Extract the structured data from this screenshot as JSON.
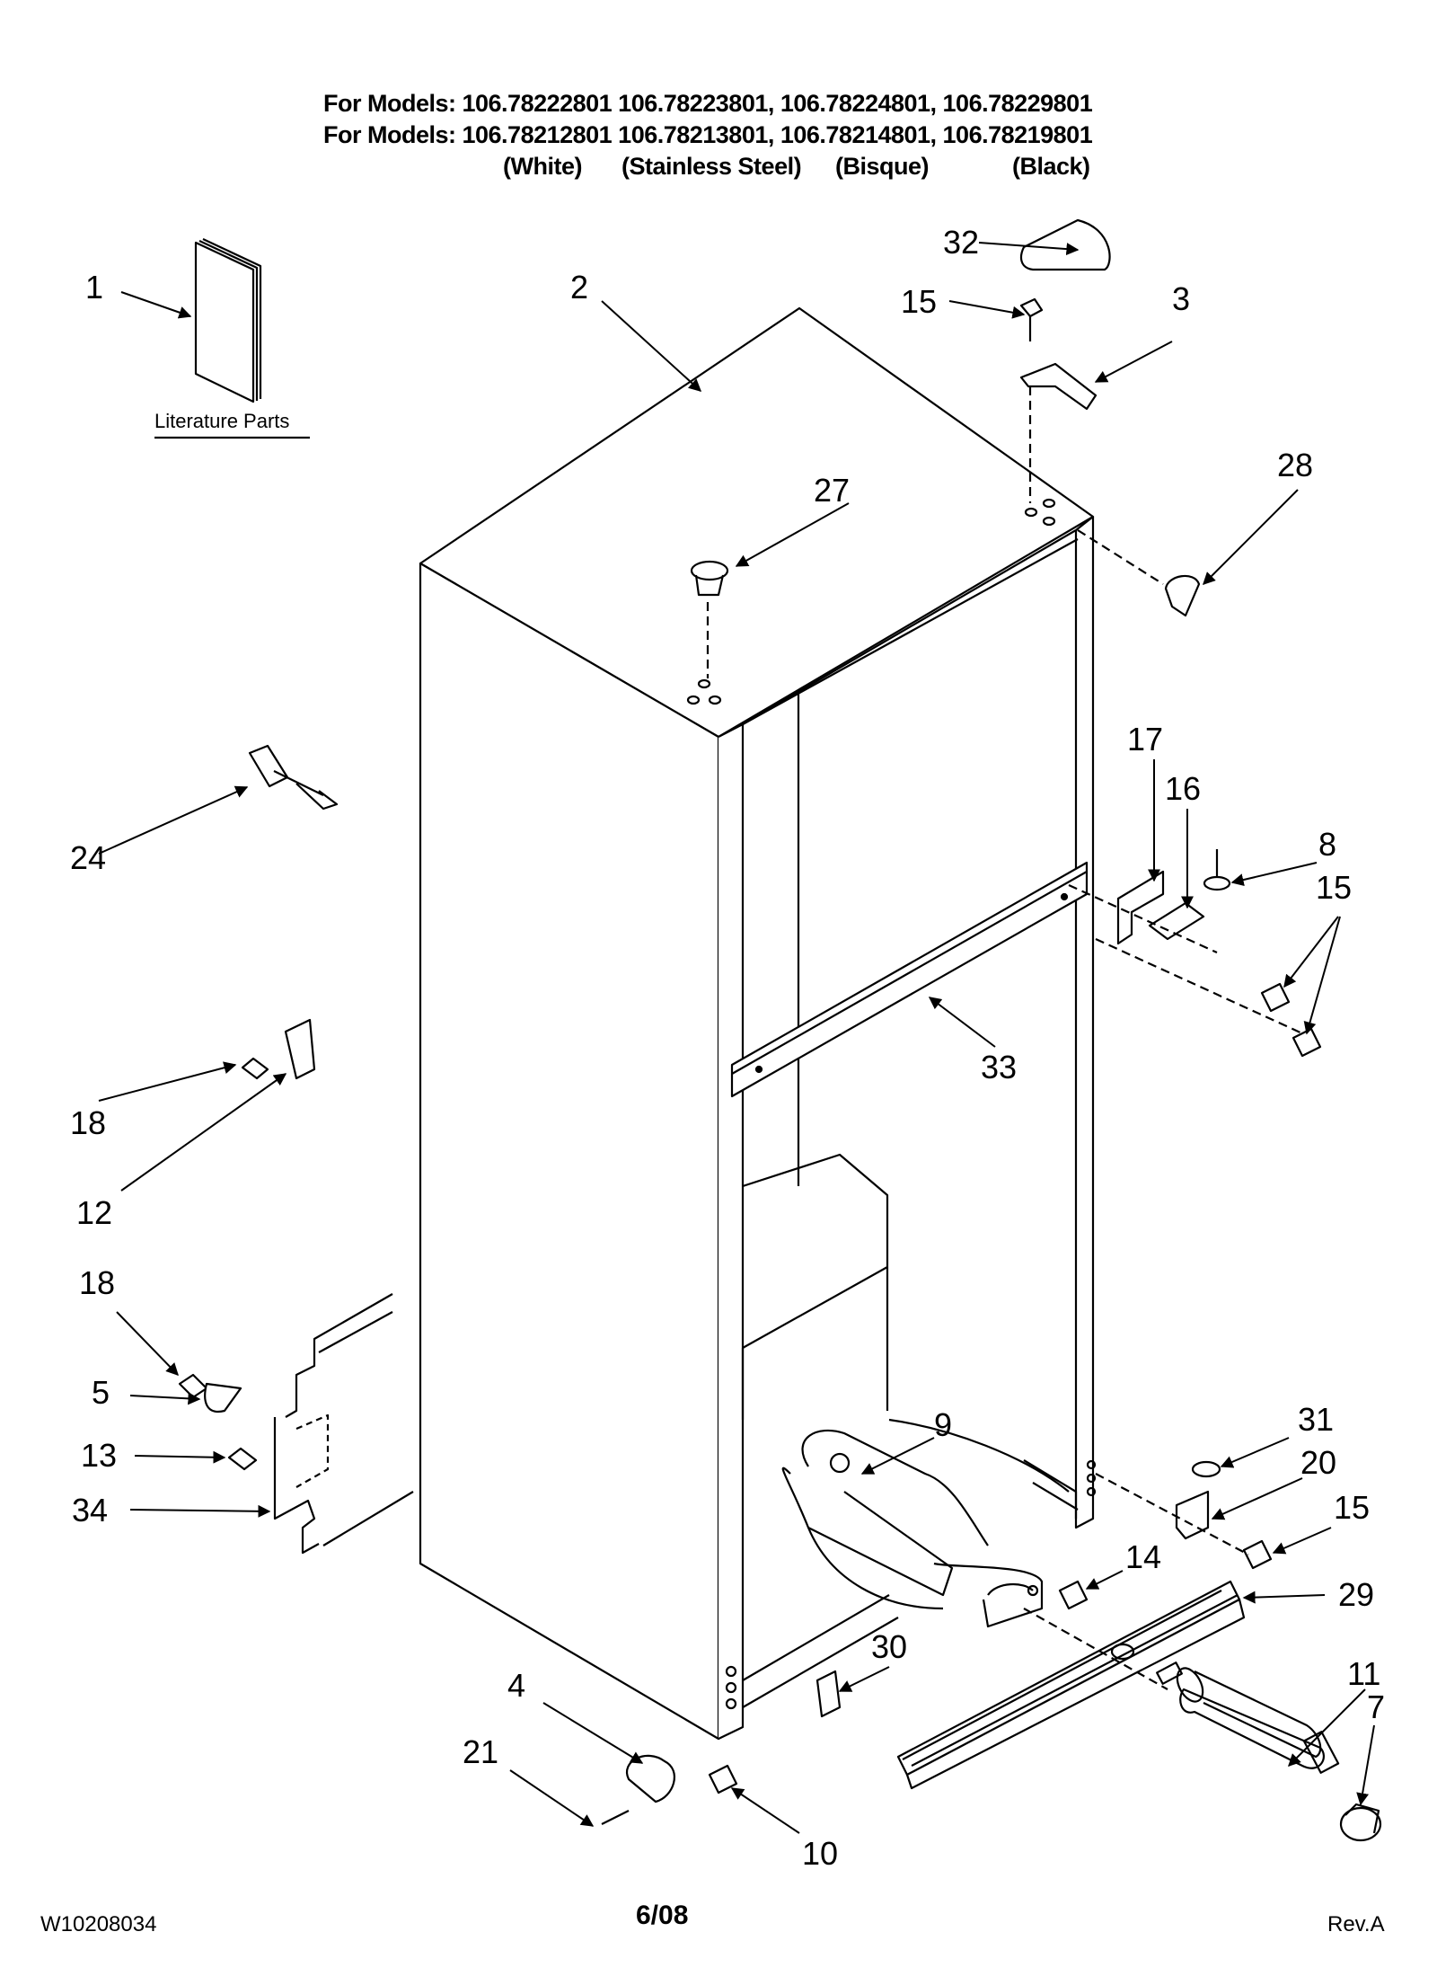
{
  "header": {
    "line1": "For Models: 106.78222801 106.78223801, 106.78224801, 106.78229801",
    "line2": "For Models: 106.78212801 106.78213801, 106.78214801, 106.78219801",
    "colors": {
      "white": "(White)",
      "stainless": "(Stainless Steel)",
      "bisque": "(Bisque)",
      "black": "(Black)"
    }
  },
  "diagram": {
    "literature_label": "Literature Parts",
    "callouts": {
      "c1": "1",
      "c2": "2",
      "c3": "3",
      "c4": "4",
      "c5": "5",
      "c7": "7",
      "c8": "8",
      "c9": "9",
      "c10": "10",
      "c11": "11",
      "c12": "12",
      "c13": "13",
      "c14": "14",
      "c15a": "15",
      "c15b": "15",
      "c15c": "15",
      "c16": "16",
      "c17": "17",
      "c18a": "18",
      "c18b": "18",
      "c20": "20",
      "c21": "21",
      "c24": "24",
      "c27": "27",
      "c28": "28",
      "c29": "29",
      "c30": "30",
      "c31": "31",
      "c32": "32",
      "c33": "33",
      "c34": "34"
    }
  },
  "footer": {
    "doc_number": "W10208034",
    "date": "6/08",
    "revision": "Rev.A"
  }
}
